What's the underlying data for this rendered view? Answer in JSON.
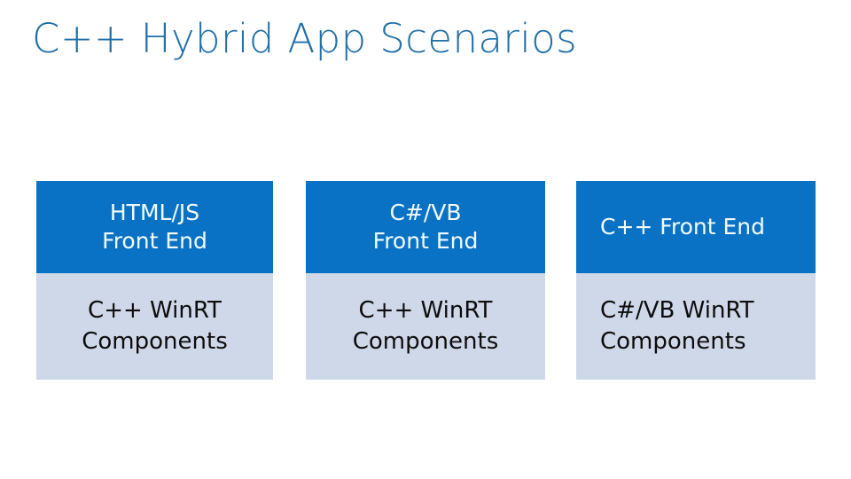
{
  "slide": {
    "title": "C++ Hybrid App Scenarios",
    "background_color": "#FFFFFF",
    "title_color": "#1F6FA8"
  },
  "colors": {
    "header_box_fill": "#0A72C5",
    "header_box_text": "#F2FBFC",
    "body_box_fill": "#CFD8E9",
    "body_box_text": "#0D0D0D"
  },
  "diagram": {
    "columns": [
      {
        "id": "html-js-scenario",
        "align": "center",
        "header": {
          "line1": "HTML/JS",
          "line2": "Front End"
        },
        "body": {
          "line1": "C++ WinRT",
          "line2": "Components"
        }
      },
      {
        "id": "csharp-vb-scenario",
        "align": "center",
        "header": {
          "line1": "C#/VB",
          "line2": "Front End"
        },
        "body": {
          "line1": "C++ WinRT",
          "line2": "Components"
        }
      },
      {
        "id": "cpp-scenario",
        "align": "left",
        "header": {
          "line1": "C++ Front End",
          "line2": ""
        },
        "body": {
          "line1": "C#/VB WinRT",
          "line2": "Components"
        }
      }
    ]
  }
}
